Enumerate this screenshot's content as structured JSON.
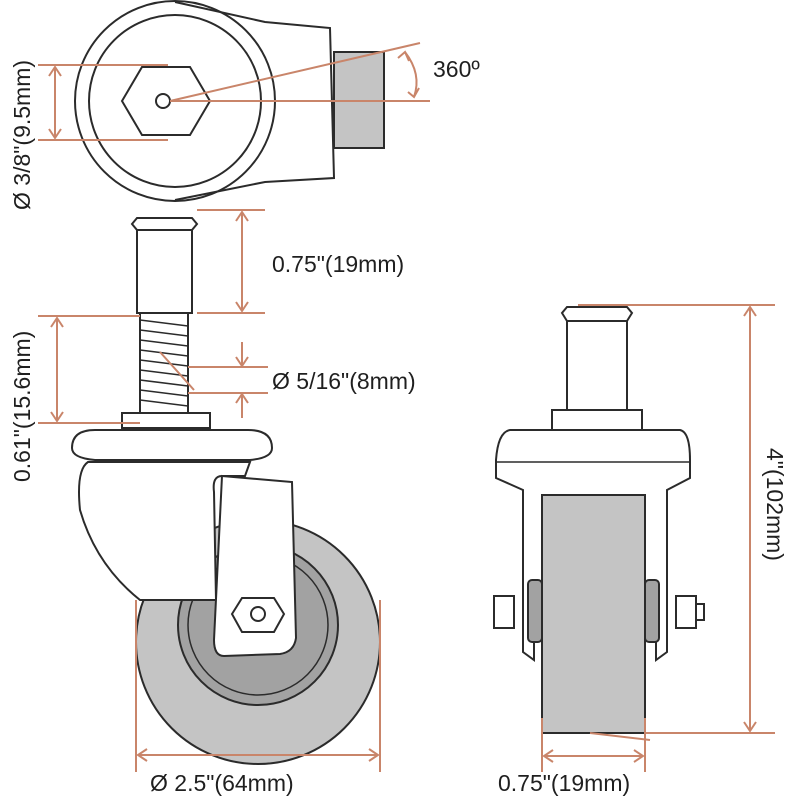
{
  "colors": {
    "outline": "#2b2b2b",
    "dimension_line": "#c9856a",
    "wheel_tread": "#c4c4c4",
    "wheel_hub": "#a2a2a2",
    "background": "#ffffff"
  },
  "labels": {
    "stem_diameter": "Ø 3/8\"(9.5mm)",
    "rotation": "360º",
    "stem_length": "0.75\"(19mm)",
    "thread_diameter": "Ø 5/16\"(8mm)",
    "thread_length": "0.61\"(15.6mm)",
    "total_height": "4\"(102mm)",
    "wheel_diameter": "Ø 2.5\"(64mm)",
    "wheel_width": "0.75\"(19mm)"
  }
}
